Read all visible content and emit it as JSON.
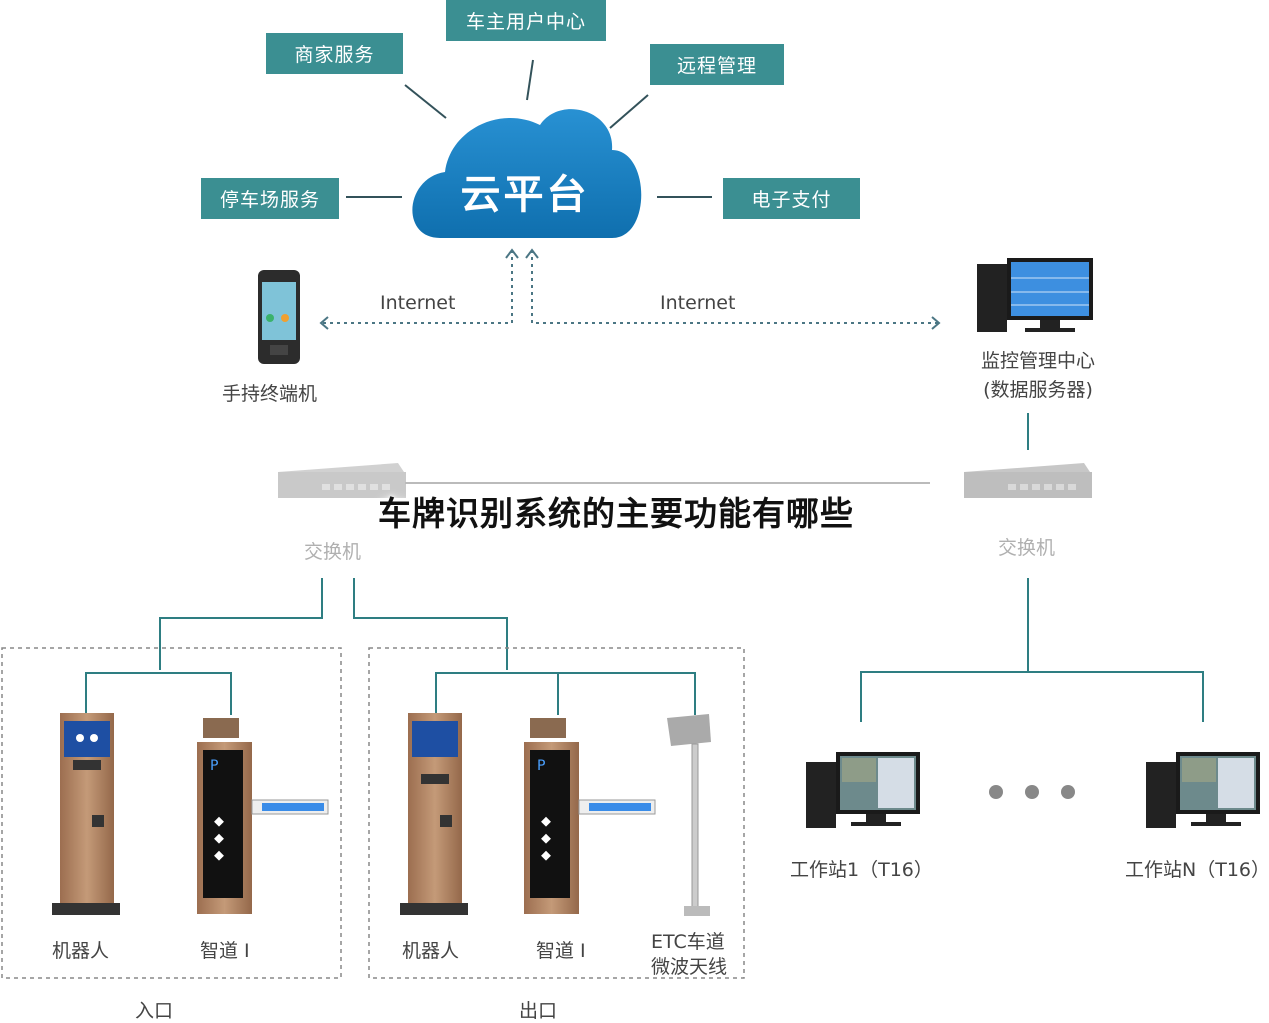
{
  "cloud": {
    "label": "云平台"
  },
  "services": {
    "car_owner_center": "车主用户中心",
    "merchant_service": "商家服务",
    "remote_management": "远程管理",
    "parking_service": "停车场服务",
    "electronic_payment": "电子支付"
  },
  "links": {
    "internet_left": "Internet",
    "internet_right": "Internet"
  },
  "devices": {
    "handheld": "手持终端机",
    "monitor_center_line1": "监控管理中心",
    "monitor_center_line2": "(数据服务器)",
    "switch_left": "交换机",
    "switch_right": "交换机",
    "robot_entry": "机器人",
    "gate_entry": "智道 I",
    "robot_exit": "机器人",
    "gate_exit": "智道 I",
    "etc_line1": "ETC车道",
    "etc_line2": "微波天线",
    "workstation_1": "工作站1（T16）",
    "workstation_n": "工作站N（T16）"
  },
  "zones": {
    "entry": "入口",
    "exit": "出口"
  },
  "overlay": {
    "title": "车牌识别系统的主要功能有哪些"
  },
  "colors": {
    "service_box": "#3b8f92",
    "cloud": "#1b7fc1",
    "line": "#2e7e82",
    "gold": "#b88a66"
  }
}
